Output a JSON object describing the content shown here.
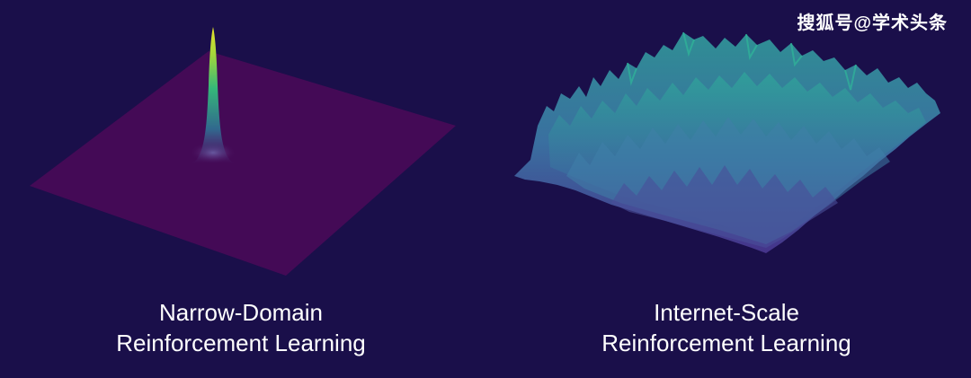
{
  "watermark": "搜狐号@学术头条",
  "panels": [
    {
      "id": "narrow",
      "caption_line1": "Narrow-Domain",
      "caption_line2": "Reinforcement Learning"
    },
    {
      "id": "internet",
      "caption_line1": "Internet-Scale",
      "caption_line2": "Reinforcement Learning"
    }
  ],
  "colors": {
    "background": "#1a0f4a",
    "flat_plane": "#440a56",
    "peak_top": "#e5e12a",
    "peak_mid": "#35b779",
    "peak_base": "#31688e",
    "terrain_high": "#2a9c8c",
    "terrain_mid": "#3a6fa0",
    "terrain_low": "#45338a"
  }
}
